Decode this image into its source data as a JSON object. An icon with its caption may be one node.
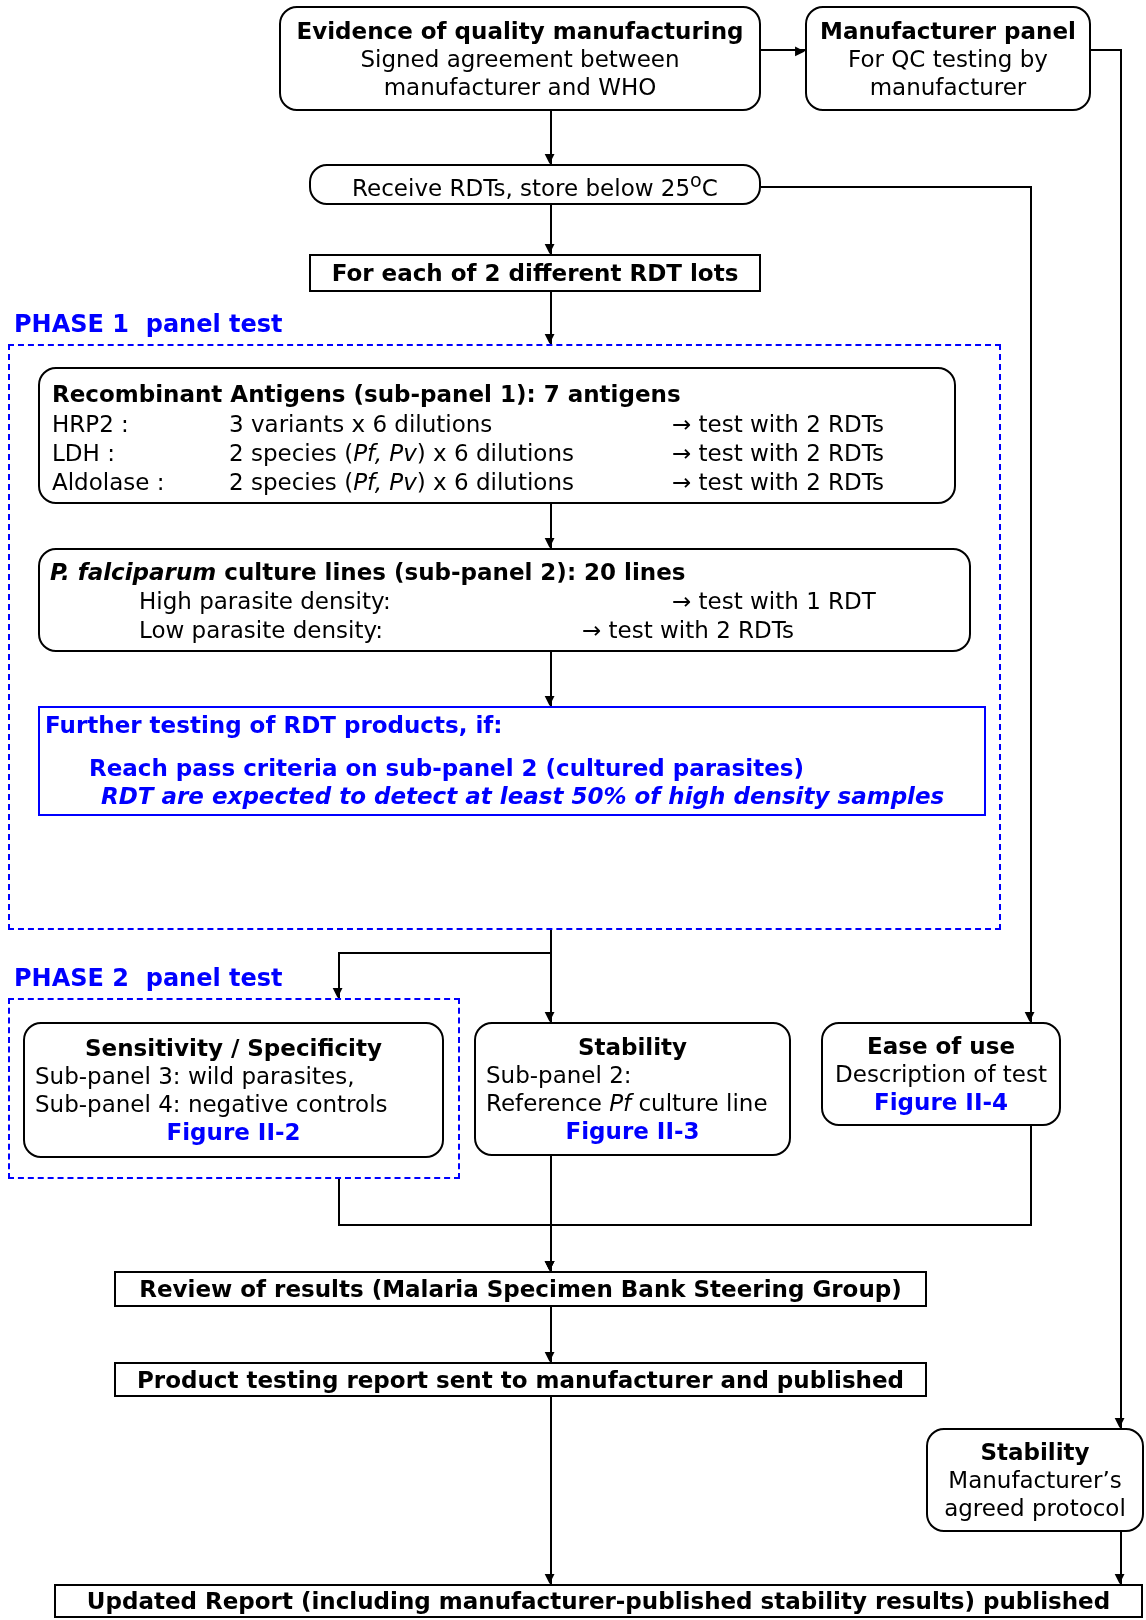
{
  "diagram": {
    "nodes": [
      {
        "text": [
          "Evidence of quality manufacturing",
          "Signed agreement between manufacturer and WHO"
        ]
      },
      {
        "text": [
          "Manufacturer panel",
          "For QC testing by manufacturer"
        ]
      },
      {
        "text": [
          "Receive RDTs, store below 25$^{o}$C"
        ]
      },
      {
        "text": [
          "For each of 2 different RDT lots"
        ]
      },
      {
        "text": [
          "PHASE 1  panel test"
        ]
      },
      {
        "text": [
          "Recombinant Antigens (sub-panel 1): 7 antigens",
          "HRP2 :",
          "3 variants x 6 dilutions",
          "→ test with 2 RDTs",
          "LDH :",
          "2 species (*Pf, Pv*) x 6 dilutions",
          "→ test with 2 RDTs",
          "Aldolase :",
          "2 species (*Pf, Pv*) x 6 dilutions",
          "→ test with 2 RDTs"
        ],
        "in": 4
      },
      {
        "text": [
          "*P. falciparum* culture lines (sub-panel 2): 20 lines",
          "High parasite density:",
          "→ test with 1 RDT",
          "Low parasite density:",
          "→ test with 2 RDTs"
        ],
        "in": 4
      },
      {
        "text": [
          "Further testing of RDT products, if:",
          "Reach pass criteria on sub-panel 2 (cultured parasites)",
          "RDT are expected to detect at least 50% of high density samples"
        ],
        "in": 4
      },
      {
        "text": [
          "PHASE 2  panel test"
        ]
      },
      {
        "text": [
          "Sensitivity / Specificity",
          "Sub-panel 3:   wild parasites,",
          "Sub-panel 4: negative controls",
          "Figure II-2"
        ],
        "in": 8
      },
      {
        "text": [
          "Stability",
          "Sub-panel 2:",
          "Reference *Pf* culture line",
          "Figure II-3"
        ]
      },
      {
        "text": [
          "Ease of use",
          "Description of test",
          "Figure II-4"
        ]
      },
      {
        "text": [
          "Review of results (Malaria Specimen Bank Steering Group)"
        ]
      },
      {
        "text": [
          "Product testing report sent to manufacturer and published"
        ]
      },
      {
        "text": [
          "Stability",
          "Manufacturer’s agreed protocol"
        ]
      },
      {
        "text": [
          "Updated Report (including manufacturer-published stability results) published"
        ]
      }
    ],
    "edges": [
      {
        "from": 0,
        "to": 1,
        "arrow": "to"
      },
      {
        "from": 0,
        "to": 2,
        "arrow": "to"
      },
      {
        "from": 2,
        "to": 3,
        "arrow": "to"
      },
      {
        "from": 3,
        "to": 4,
        "arrow": "to"
      },
      {
        "from": 5,
        "to": 6,
        "arrow": "to"
      },
      {
        "from": 6,
        "to": 7,
        "arrow": "to"
      },
      {
        "from": 4,
        "to": 8,
        "arrow": "to"
      },
      {
        "from": 4,
        "to": 10,
        "arrow": "to"
      },
      {
        "from": 2,
        "to": 11,
        "arrow": "to"
      },
      {
        "from": 1,
        "to": 14,
        "arrow": "to"
      },
      {
        "from": 8,
        "to": 12,
        "arrow": "to"
      },
      {
        "from": 10,
        "to": 12,
        "arrow": "to"
      },
      {
        "from": 11,
        "to": 12,
        "arrow": "to"
      },
      {
        "from": 12,
        "to": 13,
        "arrow": "to"
      },
      {
        "from": 13,
        "to": 15,
        "arrow": "to"
      },
      {
        "from": 14,
        "to": 15,
        "arrow": "to"
      }
    ]
  }
}
